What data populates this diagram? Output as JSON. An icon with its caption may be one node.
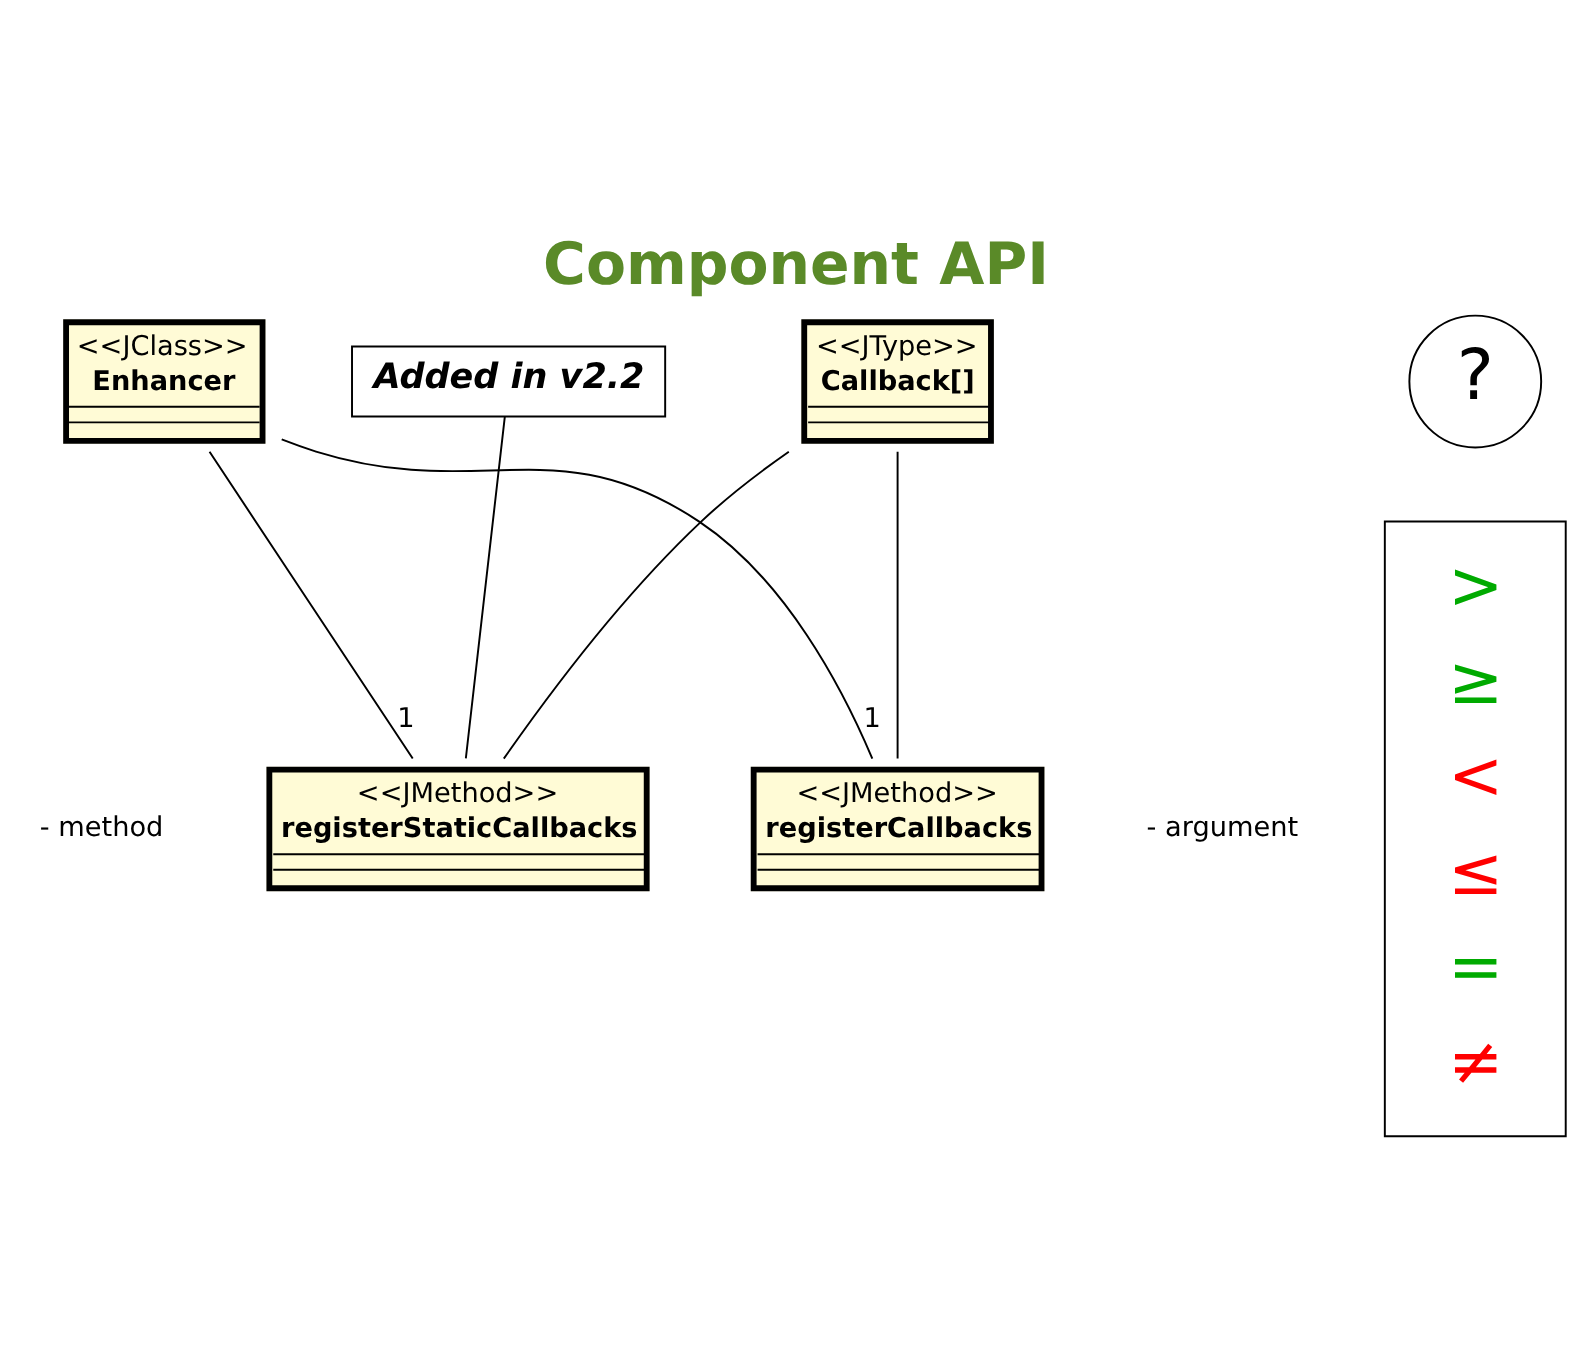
{
  "diagram": {
    "title": "Component API",
    "nodes": [
      {
        "text": [
          "<<JClass>>",
          "Enhancer"
        ]
      },
      {
        "text": [
          "<<JType>>",
          "Callback[]"
        ]
      },
      {
        "text": [
          "<<JMethod>>",
          "registerCallbacks"
        ]
      },
      {
        "text": [
          "<<JMethod>>",
          "registerStaticCallbacks"
        ]
      },
      {
        "text": [
          "Added in v2.2"
        ]
      },
      {
        "text": [
          "?"
        ]
      },
      {
        "text": [
          ">",
          "≥",
          "<",
          "≤",
          "=",
          "≠"
        ]
      }
    ],
    "edges": [
      {
        "from": 0,
        "to": 2,
        "arrow": "none",
        "label": "1"
      },
      {
        "from": 0,
        "to": 3,
        "arrow": "none",
        "label": "1"
      },
      {
        "from": 1,
        "to": 2,
        "arrow": "none"
      },
      {
        "from": 1,
        "to": 3,
        "arrow": "none"
      },
      {
        "from": 4,
        "to": 3,
        "arrow": "none"
      }
    ],
    "labels": [
      "- method",
      "- argument"
    ]
  }
}
